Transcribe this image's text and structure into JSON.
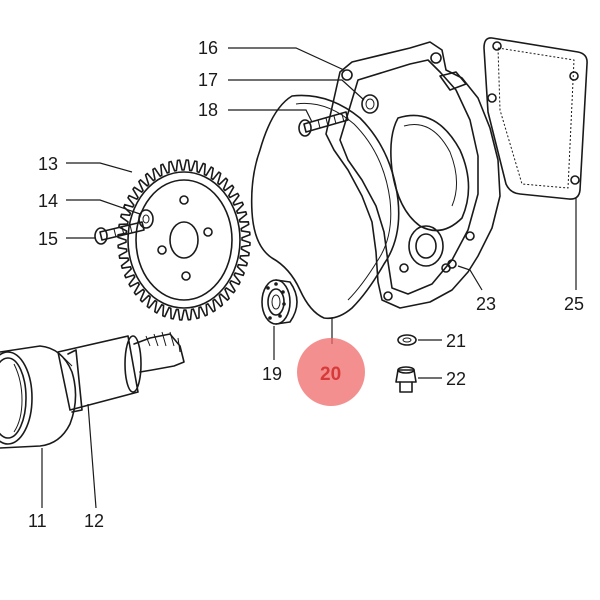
{
  "diagram": {
    "highlight_color": "#f06a6a",
    "highlighted_callout": "20",
    "callouts": {
      "c11": "11",
      "c12": "12",
      "c13": "13",
      "c14": "14",
      "c15": "15",
      "c16": "16",
      "c17": "17",
      "c18": "18",
      "c19": "19",
      "c20": "20",
      "c21": "21",
      "c22": "22",
      "c23": "23",
      "c25": "25"
    }
  }
}
